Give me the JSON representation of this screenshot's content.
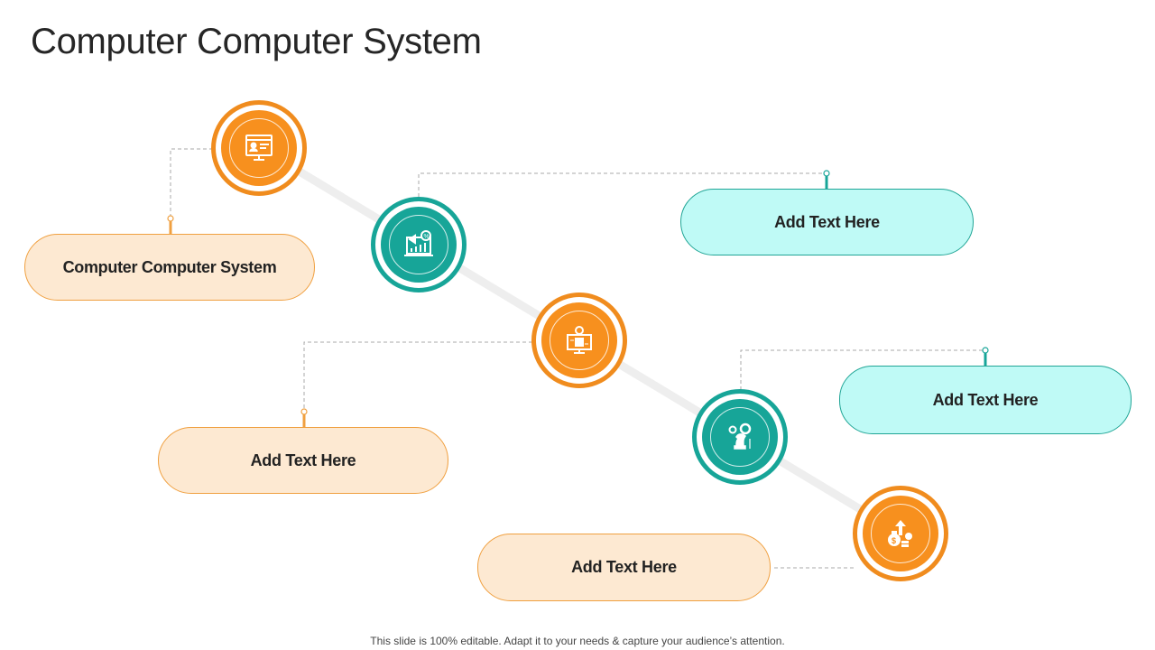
{
  "title": "Computer Computer System",
  "colors": {
    "orange": "#f7901e",
    "teal": "#17a598",
    "orange_fill": "#fde9d2",
    "teal_fill": "#bffaf6"
  },
  "nodes": [
    {
      "icon": "monitor-profile-icon",
      "color": "orange"
    },
    {
      "icon": "marketing-chart-icon",
      "color": "teal"
    },
    {
      "icon": "computer-user-gear-icon",
      "color": "orange"
    },
    {
      "icon": "chess-strategy-icon",
      "color": "teal"
    },
    {
      "icon": "money-growth-icon",
      "color": "orange"
    }
  ],
  "boxes": [
    {
      "label": "Computer Computer System",
      "color": "orange"
    },
    {
      "label": "Add Text Here",
      "color": "teal"
    },
    {
      "label": "Add Text Here",
      "color": "orange"
    },
    {
      "label": "Add Text Here",
      "color": "teal"
    },
    {
      "label": "Add Text Here",
      "color": "orange"
    }
  ],
  "footer": "This slide is 100% editable. Adapt it to your needs & capture your audience’s attention."
}
